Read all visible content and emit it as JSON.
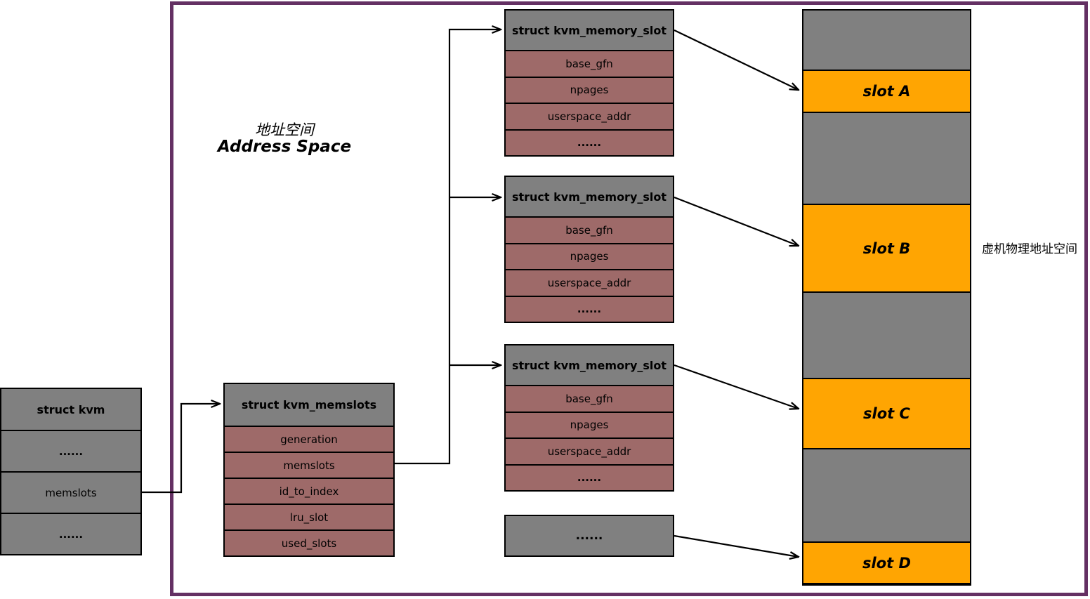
{
  "diagram": {
    "address_space_label_cn": "地址空间",
    "address_space_label_en": "Address Space",
    "guest_phys_label": "虚机物理地址空间",
    "kvm": {
      "header": "struct kvm",
      "rows": [
        "......",
        "memslots",
        "......"
      ]
    },
    "memslots": {
      "header": "struct kvm_memslots",
      "rows": [
        "generation",
        "memslots",
        "id_to_index",
        "lru_slot",
        "used_slots"
      ]
    },
    "slot_structs": [
      {
        "header": "struct kvm_memory_slot",
        "rows": [
          "base_gfn",
          "npages",
          "userspace_addr",
          "......"
        ]
      },
      {
        "header": "struct kvm_memory_slot",
        "rows": [
          "base_gfn",
          "npages",
          "userspace_addr",
          "......"
        ]
      },
      {
        "header": "struct kvm_memory_slot",
        "rows": [
          "base_gfn",
          "npages",
          "userspace_addr",
          "......"
        ]
      }
    ],
    "ellipsis_box": "......",
    "memory_column": {
      "slots": [
        "slot A",
        "slot B",
        "slot C",
        "slot D"
      ]
    },
    "colors": {
      "gray": "#808080",
      "field_maroon": "#9e6a69",
      "slot_orange": "#ffa502",
      "frame_purple": "#643063",
      "line_black": "#000000"
    }
  }
}
